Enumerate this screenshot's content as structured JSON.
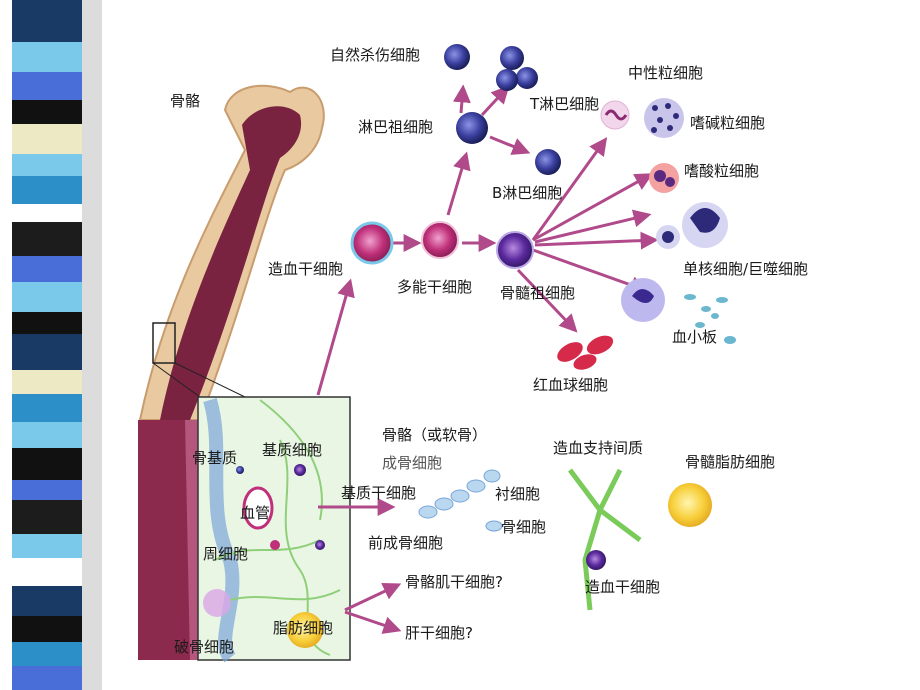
{
  "colors": {
    "stripe": [
      "#1a3a66",
      "#7ac8ea",
      "#4a6ed8",
      "#111111",
      "#ece9c4",
      "#ffffff",
      "#2d8fc7",
      "#1c1c1c"
    ],
    "bone": "#7a2340",
    "bone_marrow": "#d9b5a0",
    "arrow": "#b04a8a",
    "cell_blue": "#3a3f9e",
    "cell_pink": "#c0307a"
  },
  "labels": {
    "bone": "骨骼",
    "nk": "自然杀伤细胞",
    "lymph_prog": "淋巴祖细胞",
    "t_cell": "T淋巴细胞",
    "b_cell": "B淋巴细胞",
    "neutrophil": "中性粒细胞",
    "basophil": "嗜碱粒细胞",
    "eosinophil": "嗜酸粒细胞",
    "monocyte": "单核细胞/巨噬细胞",
    "platelet": "血小板",
    "rbc": "红血球细胞",
    "hsc": "造血干细胞",
    "mpp": "多能干细胞",
    "myeloid_prog": "骨髓祖细胞",
    "bone_matrix": "骨基质",
    "stromal": "基质细胞",
    "vessel": "血管",
    "pericyte": "周细胞",
    "osteoclast": "破骨细胞",
    "adipocyte": "脂肪细胞",
    "bone_cartilage": "骨骼（或软骨）",
    "osteoblast": "成骨细胞",
    "msc": "基质干细胞",
    "lining_cell": "衬细胞",
    "osteocyte": "骨细胞",
    "pre_osteoblast": "前成骨细胞",
    "hematopoietic_support": "造血支持间质",
    "marrow_adipocyte": "骨髓脂肪细胞",
    "hsc2": "造血干细胞",
    "muscle_stem": "骨骼肌干细胞?",
    "liver_stem": "肝干细胞?"
  }
}
